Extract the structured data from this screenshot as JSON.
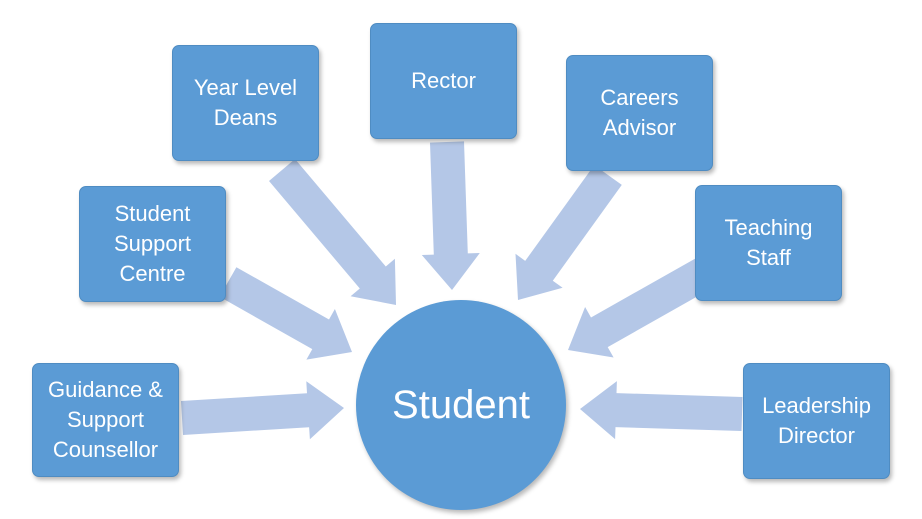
{
  "center": {
    "label": "Student"
  },
  "nodes": [
    {
      "id": "guidance",
      "label": "Guidance &\nSupport\nCounsellor"
    },
    {
      "id": "ssc",
      "label": "Student\nSupport\nCentre"
    },
    {
      "id": "deans",
      "label": "Year Level\nDeans"
    },
    {
      "id": "rector",
      "label": "Rector"
    },
    {
      "id": "careers",
      "label": "Careers\nAdvisor"
    },
    {
      "id": "teaching",
      "label": "Teaching\nStaff"
    },
    {
      "id": "leadership",
      "label": "Leadership\nDirector"
    }
  ],
  "colors": {
    "node_fill": "#5b9bd5",
    "arrow_fill": "#b4c7e7",
    "text": "#ffffff"
  }
}
